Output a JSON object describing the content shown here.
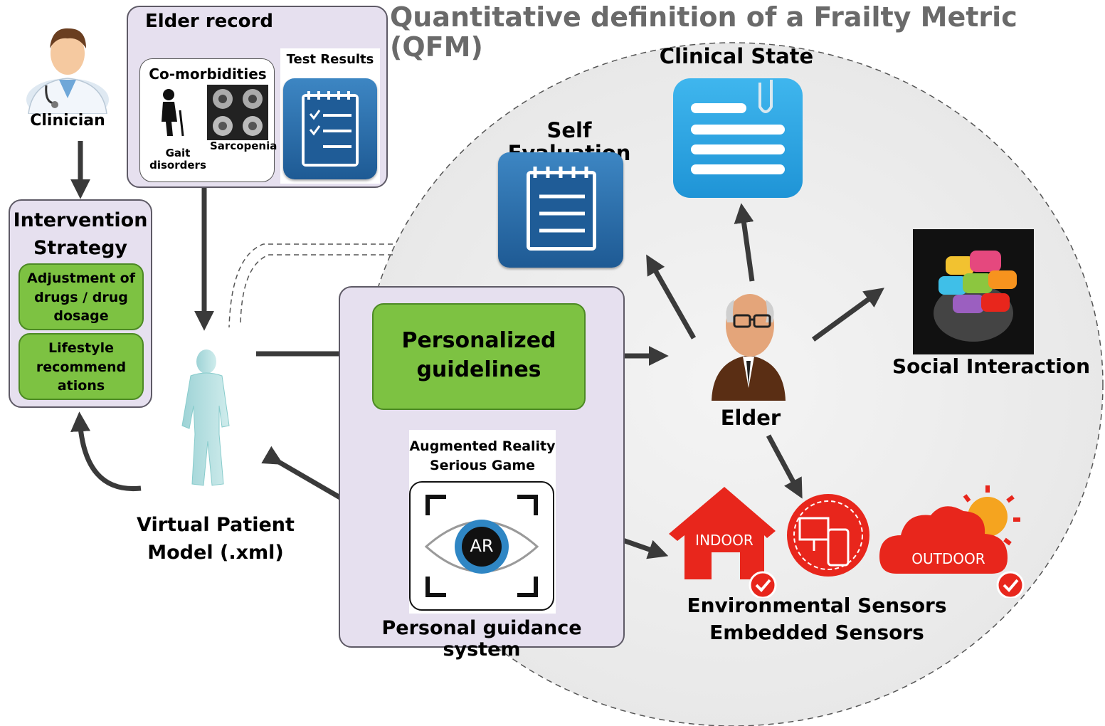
{
  "title": "Quantitative definition of a Frailty Metric (QFM)",
  "clinician": {
    "label": "Clinician"
  },
  "elder_record": {
    "title": "Elder record",
    "comorbidities": "Co-morbidities",
    "gait": "Gait disorders",
    "sarcopenia": "Sarcopenia",
    "test_results": "Test Results"
  },
  "intervention": {
    "title": "Intervention Strategy",
    "item1": "Adjustment of drugs / drug dosage",
    "item2": "Lifestyle recommend ations"
  },
  "virtual_patient": {
    "label": "Virtual Patient Model (.xml)"
  },
  "guidance": {
    "guidelines": "Personalized guidelines",
    "ar_title": "Augmented Reality Serious Game",
    "ar_badge": "AR",
    "label": "Personal guidance system"
  },
  "self_evaluation": "Self Evaluation",
  "clinical_state": "Clinical State",
  "social_interaction": "Social Interaction",
  "elder": "Elder",
  "sensors": {
    "indoor": "INDOOR",
    "outdoor": "OUTDOOR",
    "line1": "Environmental Sensors",
    "line2": "Embedded Sensors"
  },
  "colors": {
    "green": "#7dc242",
    "purple_panel": "#e6e0ef",
    "sensor_red": "#e8261c",
    "tile_blue": "#2a6fae"
  }
}
